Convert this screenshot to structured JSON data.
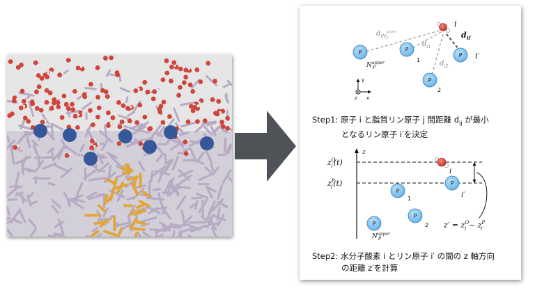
{
  "colors": {
    "phosphorus_fill": "#7ec3f1",
    "oxygen_fill": "#d0453b",
    "arrow": "#4f5358",
    "lipid_tails": "#b7abc4",
    "highlight_lipid": "#e0a63a",
    "phosphate_blue": "#36589a"
  },
  "atom_symbol": "P",
  "step1": {
    "prefix": "Step1:",
    "line1": "原子 i と脂質リン原子 j 間距離 d",
    "d_sub": "ij",
    "line1_tail": " が最小",
    "line2": "となるリン原子 i′を決定"
  },
  "step2": {
    "line1": "Step2: 水分子酸素 i とリン原子 i′ の間の z 軸方向",
    "line2": "の距離 z′を計算"
  },
  "diagram1": {
    "atom_i": "i",
    "atom_i_prime": "i′",
    "label_upper": "N",
    "label_upper_sup": "upper",
    "label_upper_sub": "P",
    "label_1": "1",
    "label_2": "2",
    "d_iNupper": "d",
    "d_iNupper_sub": "iN",
    "d_i1": "d",
    "d_i1_sub": "i1",
    "d_i2": "d",
    "d_i2_sub": "i2",
    "d_ii_prime": "d",
    "d_ii_prime_sub": "ii′",
    "axis_y": "y",
    "axis_x": "x",
    "axis_z": "z"
  },
  "diagram2": {
    "axis_z": "z",
    "zO_label": "z",
    "zO_sup": "O",
    "zO_sub": "i",
    "zO_arg": "(t)",
    "zP_label": "z",
    "zP_sup": "P",
    "zP_sub": "i′",
    "zP_arg": "(t)",
    "atom_i": "i",
    "atom_i_prime": "i′",
    "label_1": "1",
    "label_2": "2",
    "label_upper": "N",
    "label_upper_sup": "upper",
    "label_upper_sub": "P",
    "equation": "z′ = z",
    "eq_sup_O": "O",
    "eq_sub_i": "i",
    "eq_minus": " − z",
    "eq_sup_P": "P",
    "eq_sub_ip": "i′"
  }
}
